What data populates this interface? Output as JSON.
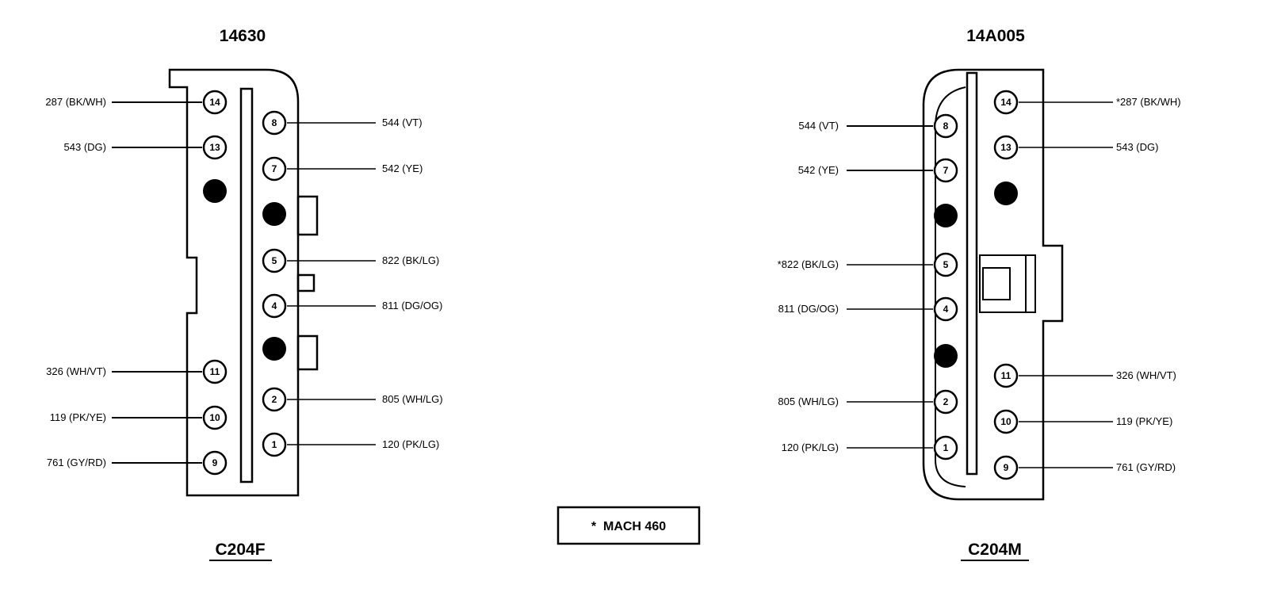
{
  "connectors": [
    {
      "part_number": "14630",
      "name": "C204F",
      "pins": [
        {
          "pin": "14",
          "wire": "287 (BK/WH)"
        },
        {
          "pin": "13",
          "wire": "543 (DG)"
        },
        {
          "pin": "11",
          "wire": "326 (WH/VT)"
        },
        {
          "pin": "10",
          "wire": "119 (PK/YE)"
        },
        {
          "pin": "9",
          "wire": "761 (GY/RD)"
        },
        {
          "pin": "8",
          "wire": "544 (VT)"
        },
        {
          "pin": "7",
          "wire": "542 (YE)"
        },
        {
          "pin": "5",
          "wire": "822 (BK/LG)"
        },
        {
          "pin": "4",
          "wire": "811 (DG/OG)"
        },
        {
          "pin": "2",
          "wire": "805 (WH/LG)"
        },
        {
          "pin": "1",
          "wire": "120 (PK/LG)"
        }
      ]
    },
    {
      "part_number": "14A005",
      "name": "C204M",
      "pins": [
        {
          "pin": "14",
          "wire": "*287 (BK/WH)"
        },
        {
          "pin": "13",
          "wire": "543 (DG)"
        },
        {
          "pin": "11",
          "wire": "326 (WH/VT)"
        },
        {
          "pin": "10",
          "wire": "119 (PK/YE)"
        },
        {
          "pin": "9",
          "wire": "761 (GY/RD)"
        },
        {
          "pin": "8",
          "wire": "544 (VT)"
        },
        {
          "pin": "7",
          "wire": "542 (YE)"
        },
        {
          "pin": "5",
          "wire": "*822 (BK/LG)"
        },
        {
          "pin": "4",
          "wire": "811 (DG/OG)"
        },
        {
          "pin": "2",
          "wire": "805 (WH/LG)"
        },
        {
          "pin": "1",
          "wire": "120 (PK/LG)"
        }
      ]
    }
  ],
  "note": "*  MACH 460",
  "colors": {
    "line": "#000000",
    "background": "#ffffff"
  }
}
